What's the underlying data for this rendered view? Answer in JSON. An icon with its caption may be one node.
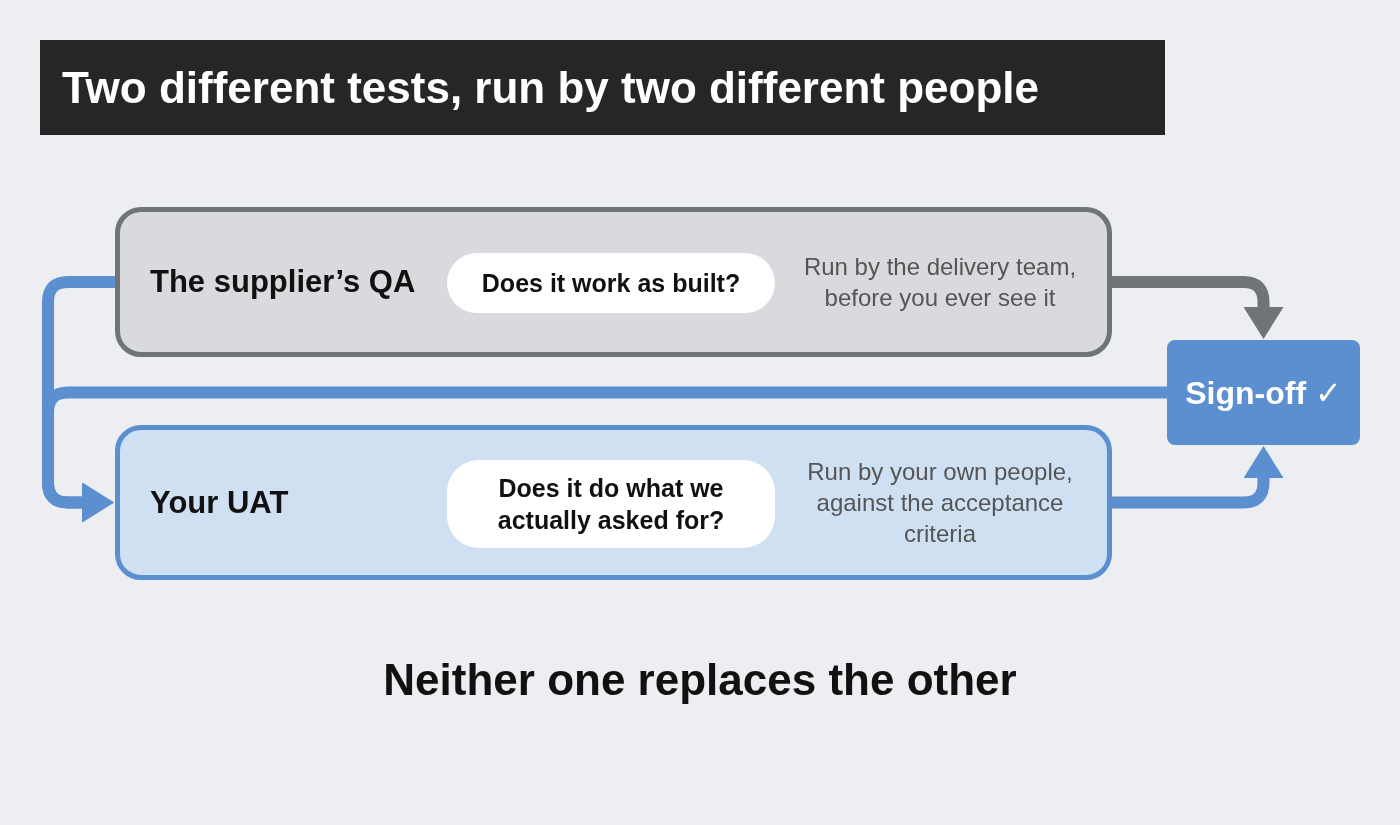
{
  "diagram": {
    "title": "Two different tests, run by two different people",
    "nodes": [
      {
        "text": [
          "The supplier’s QA",
          "Run by the delivery team, before you ever see it"
        ]
      },
      {
        "text": [
          "Does it work as built?"
        ],
        "in": 0
      },
      {
        "text": [
          "Your UAT",
          "Run by your own people, against the acceptance criteria"
        ]
      },
      {
        "text": [
          "Does it do what we actually asked for?"
        ],
        "in": 2
      },
      {
        "text": [
          "Sign-off ✓"
        ]
      }
    ],
    "edges": [
      {
        "from": 0,
        "to": 4,
        "arrow": "to",
        "color": "#707378"
      },
      {
        "from": 2,
        "to": 4,
        "arrow": "to"
      },
      {
        "from": 0,
        "to": 2,
        "arrow": "to"
      },
      {
        "from": 4,
        "to": 2,
        "arrow": "to"
      }
    ],
    "labels": [
      "Neither one replaces the other"
    ]
  }
}
